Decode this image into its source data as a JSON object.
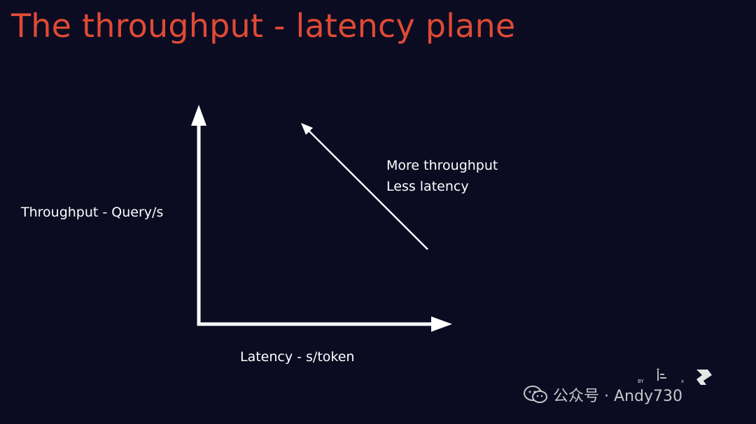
{
  "slide": {
    "title": "The throughput - latency plane",
    "colors": {
      "background": "#0b0c22",
      "title": "#e04a35",
      "text": "#ffffff"
    }
  },
  "diagram": {
    "y_axis_label": "Throughput - Query/s",
    "x_axis_label": "Latency - s/token",
    "annotation": {
      "line1": "More throughput",
      "line2": "Less latency"
    }
  },
  "branding": {
    "logo_by": "BY",
    "logo_x": "x",
    "watermark_text": "公众号 · Andy730",
    "watermark_icon": "wechat-icon"
  }
}
